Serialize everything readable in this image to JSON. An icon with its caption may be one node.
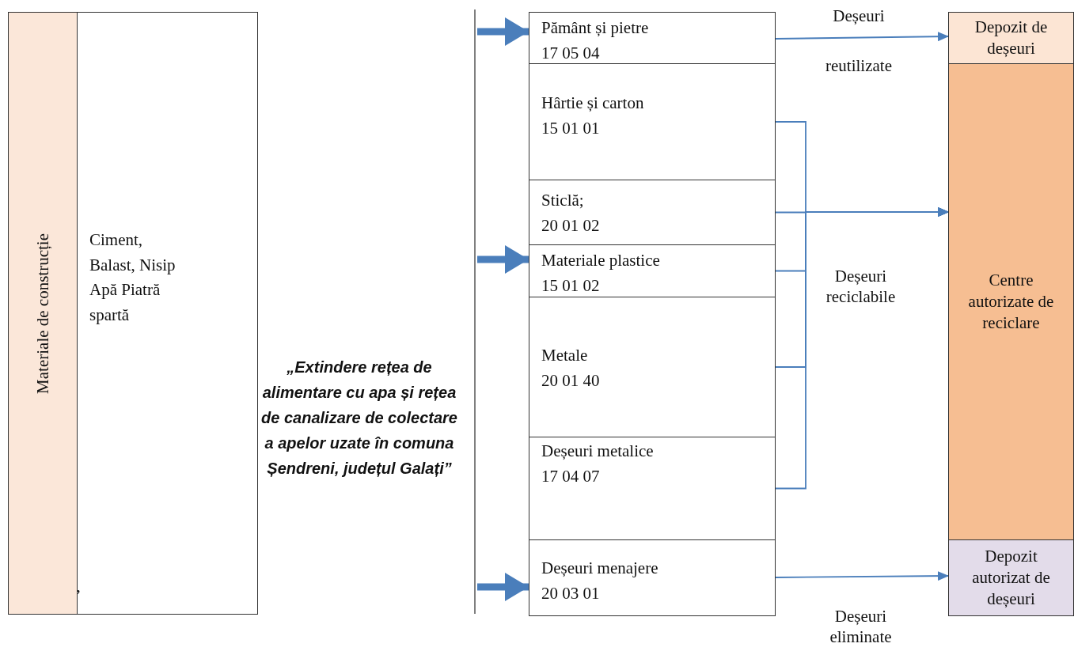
{
  "diagram": {
    "nodes": [
      {
        "text": [
          "Materiale de construcție"
        ]
      },
      {
        "text": [
          "Ciment, Balast, Nisip Apă Piatră spartă"
        ]
      },
      {
        "text": [
          "„Extindere rețea de alimentare cu apa și rețea de canalizare de colectare a apelor uzate în comuna Șendreni, județul Galați”"
        ]
      },
      {
        "text": [
          "Pământ și pietre",
          "17 05 04"
        ]
      },
      {
        "text": [
          "Hârtie și carton",
          "15 01 01"
        ]
      },
      {
        "text": [
          "Sticlă;",
          "20 01 02"
        ]
      },
      {
        "text": [
          "Materiale plastice",
          "15 01 02"
        ]
      },
      {
        "text": [
          "Metale",
          "20 01 40"
        ]
      },
      {
        "text": [
          "Deșeuri metalice",
          "17 04 07"
        ]
      },
      {
        "text": [
          "Deșeuri menajere",
          "20 03 01"
        ]
      },
      {
        "text": [
          "Depozit de deșeuri"
        ]
      },
      {
        "text": [
          "Centre autorizate de reciclare"
        ]
      },
      {
        "text": [
          "Depozit autorizat de deșeuri"
        ]
      }
    ],
    "edges": [
      {
        "from": null,
        "to": 3,
        "arrow": "to",
        "style": "thick"
      },
      {
        "from": null,
        "to": 6,
        "arrow": "to",
        "style": "thick"
      },
      {
        "from": null,
        "to": 9,
        "arrow": "to",
        "style": "thick"
      },
      {
        "from": 3,
        "to": 10,
        "arrow": "to",
        "label": "Deșeuri reutilizate"
      },
      {
        "from": 4,
        "to": 11,
        "arrow": "to"
      },
      {
        "from": 5,
        "to": 11,
        "arrow": "to"
      },
      {
        "from": 6,
        "to": 11,
        "arrow": "to"
      },
      {
        "from": 7,
        "to": 11,
        "arrow": "to"
      },
      {
        "from": 8,
        "to": 11,
        "arrow": "to"
      },
      {
        "from": 9,
        "to": 12,
        "arrow": "to",
        "label": "Deșeuri eliminate"
      }
    ],
    "labels": [
      ",",
      "Deșeuri reciclabile"
    ]
  }
}
